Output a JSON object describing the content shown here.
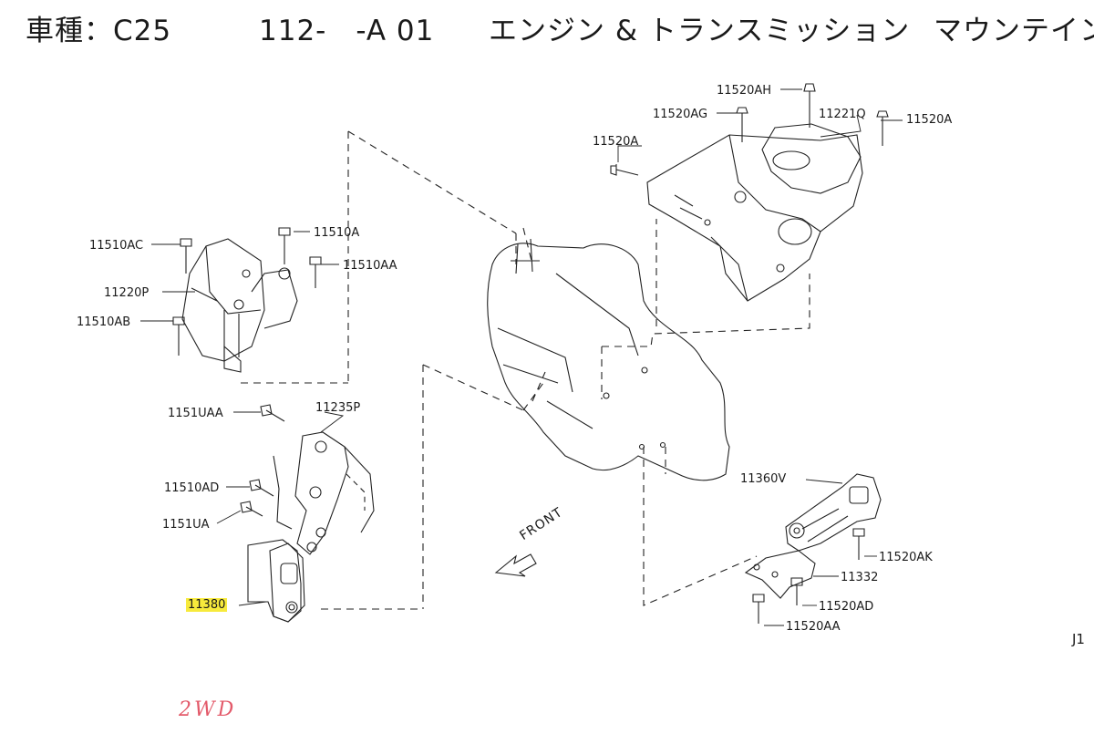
{
  "header": {
    "model": "車種：C25",
    "section": "112-　-A 01",
    "title": "エンジン & トランスミッション",
    "subtitle": "マウンテイング"
  },
  "labels": {
    "p11520AH": "11520AH",
    "p11520AG": "11520AG",
    "p11221Q": "11221Q",
    "p11520A_right": "11520A",
    "p11520A_left": "11520A",
    "p11510AC": "11510AC",
    "p11510A": "11510A",
    "p11510AA": "11510AA",
    "p11220P": "11220P",
    "p11510AB": "11510AB",
    "p1151UAA": "1151UAA",
    "p11235P": "11235P",
    "p11510AD": "11510AD",
    "p1151UA": "1151UA",
    "p11380": "11380",
    "p11360V": "11360V",
    "p11520AK": "11520AK",
    "p11332": "11332",
    "p11520AD": "11520AD",
    "p11520AA": "11520AA",
    "front": "FRONT",
    "figure_ref": "J1"
  },
  "highlight_color": "#f7ea3c",
  "handwritten_note": "2WD",
  "note_color": "#e35a6a"
}
